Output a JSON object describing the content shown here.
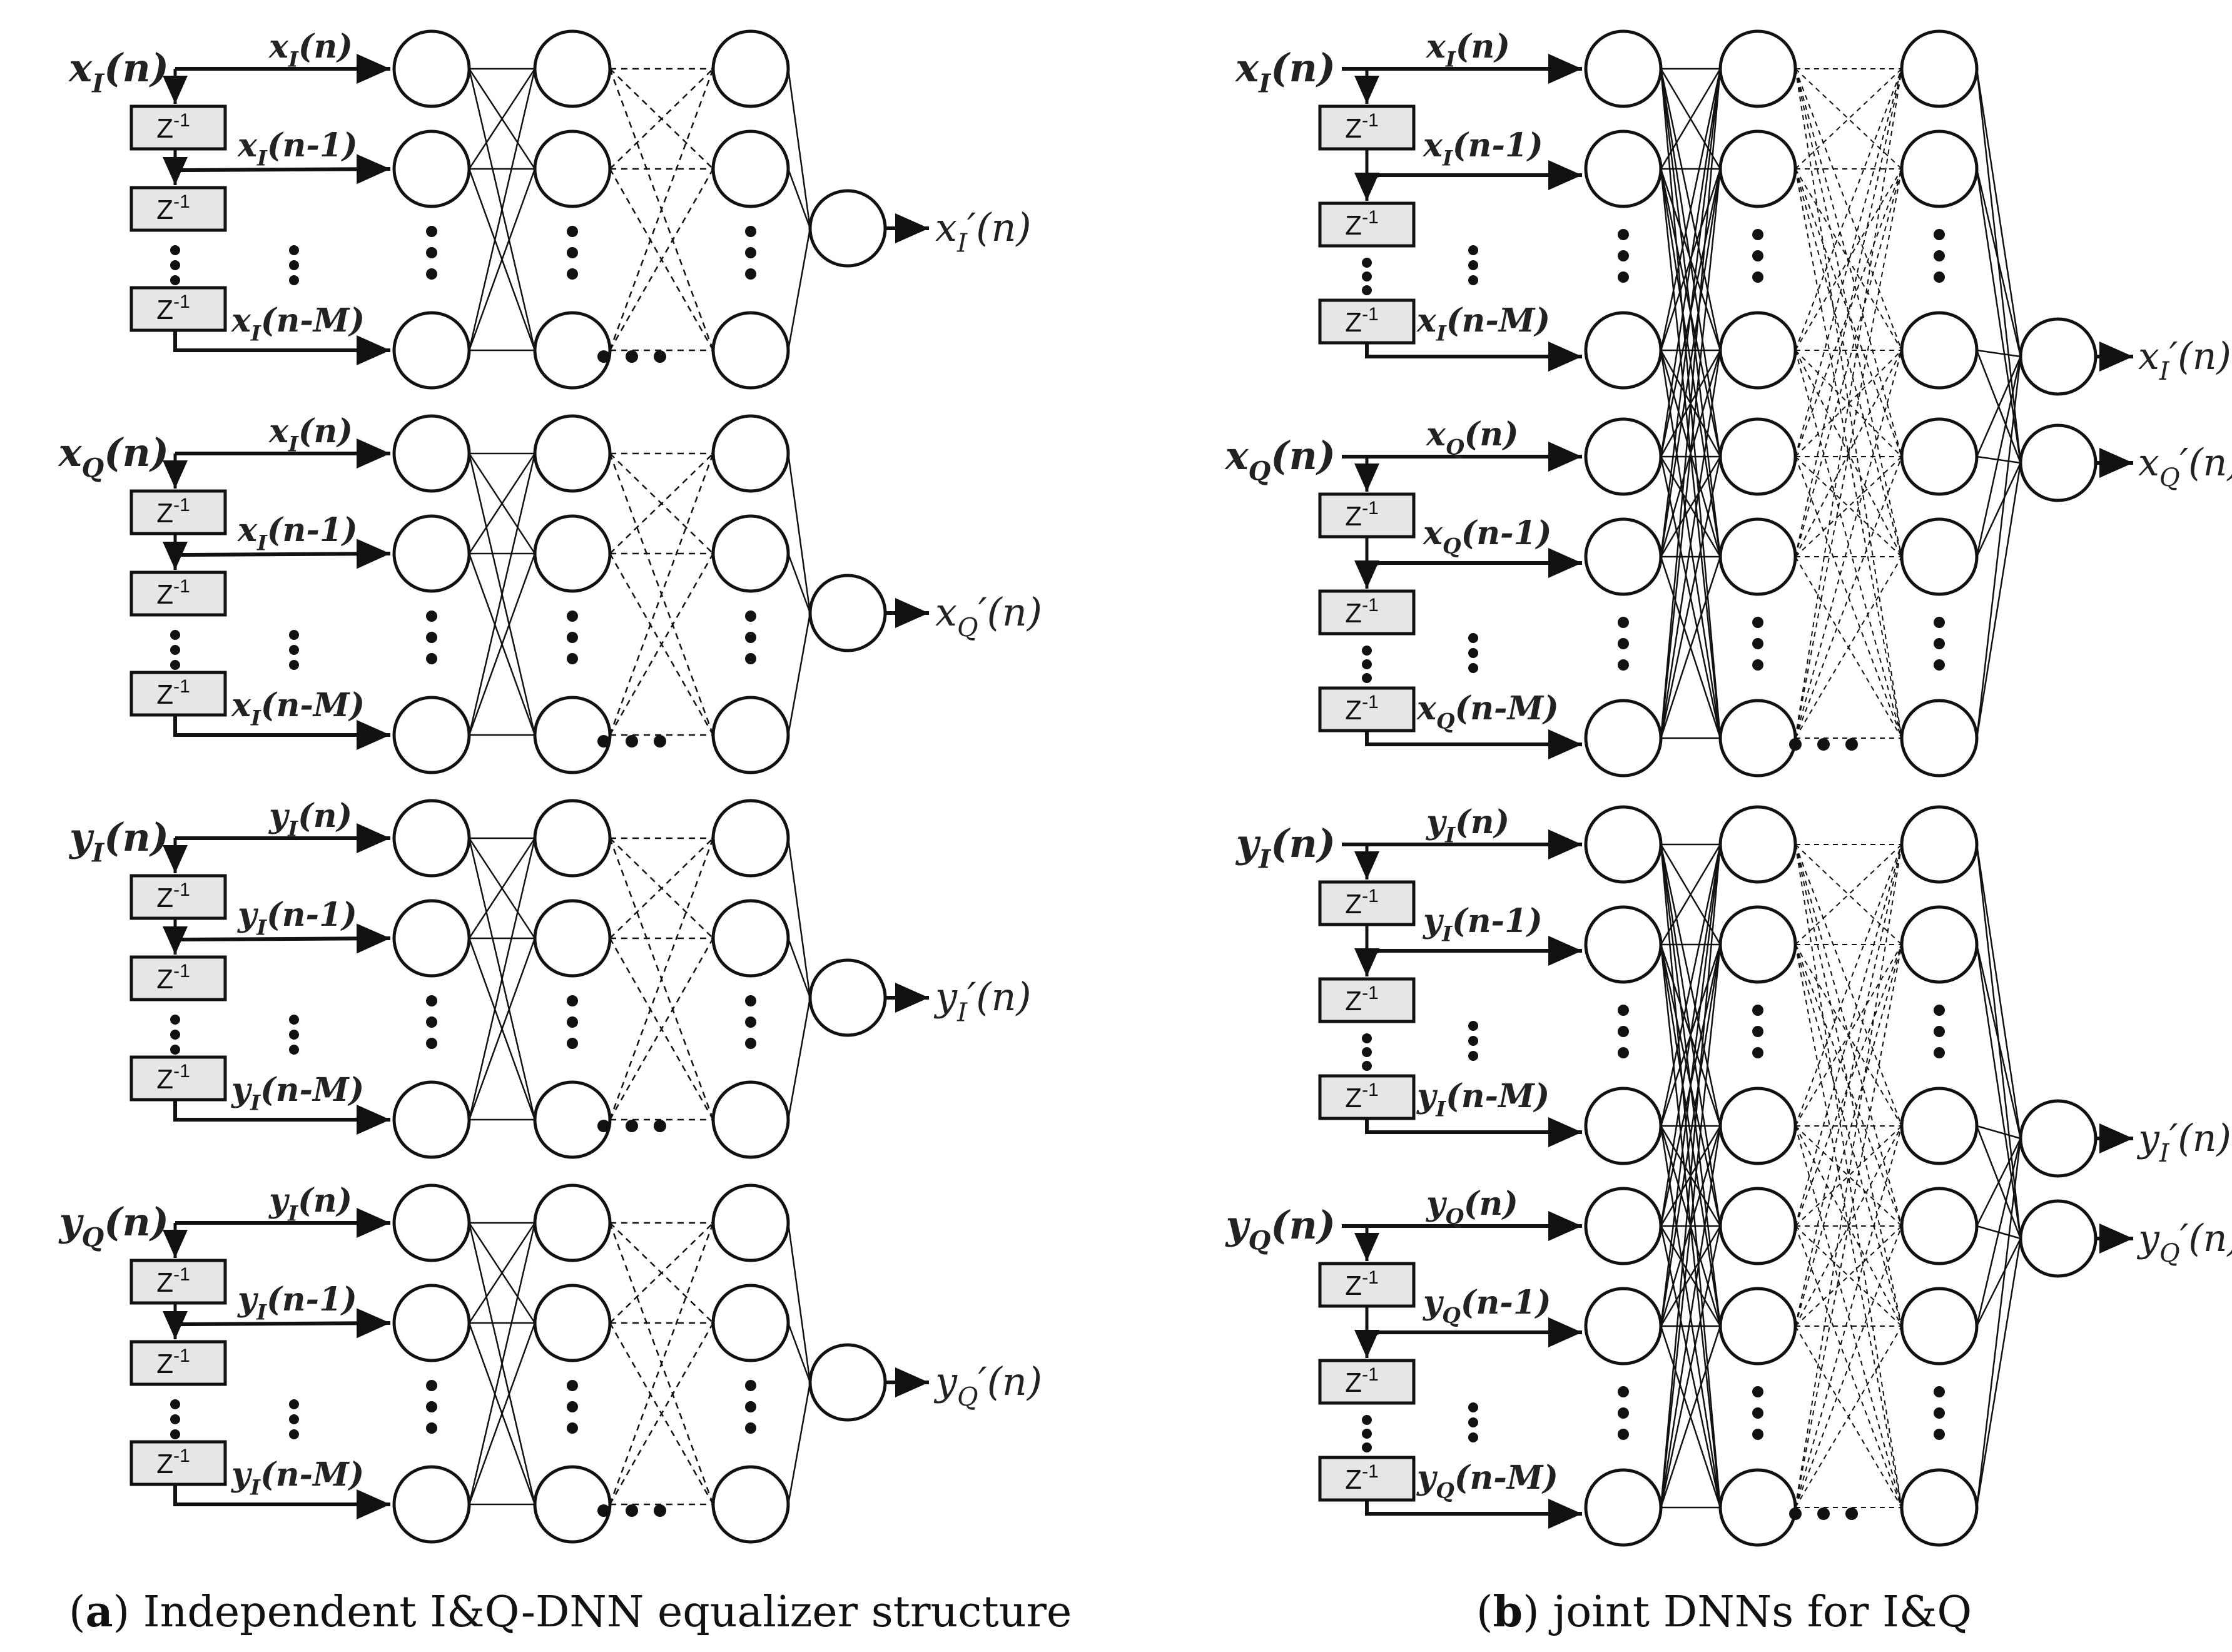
{
  "delay_label": "Z",
  "delay_exp": "-1",
  "ellipsis": "• • •",
  "panel_a": {
    "caption_letter": "a",
    "caption_text": ") Independent I&Q-DNN equalizer structure",
    "blocks": [
      {
        "src": "x",
        "src_sub": "I",
        "tap": "x",
        "tap_sub": "I",
        "out": "x",
        "out_sub": "I"
      },
      {
        "src": "x",
        "src_sub": "Q",
        "tap": "x",
        "tap_sub": "I",
        "out": "x",
        "out_sub": "Q"
      },
      {
        "src": "y",
        "src_sub": "I",
        "tap": "y",
        "tap_sub": "I",
        "out": "y",
        "out_sub": "I"
      },
      {
        "src": "y",
        "src_sub": "Q",
        "tap": "y",
        "tap_sub": "I",
        "out": "y",
        "out_sub": "Q"
      }
    ]
  },
  "panel_b": {
    "caption_letter": "b",
    "caption_text": ") joint DNNs for I&Q",
    "blocks": [
      {
        "src": "x",
        "src_sub": "I",
        "tap": "x",
        "tap_sub": "I"
      },
      {
        "src": "x",
        "src_sub": "Q",
        "tap": "x",
        "tap_sub": "Q"
      },
      {
        "src": "y",
        "src_sub": "I",
        "tap": "y",
        "tap_sub": "I"
      },
      {
        "src": "y",
        "src_sub": "Q",
        "tap": "y",
        "tap_sub": "Q"
      }
    ],
    "outputs": [
      {
        "sym": "x",
        "sub": "I"
      },
      {
        "sym": "x",
        "sub": "Q"
      },
      {
        "sym": "y",
        "sub": "I"
      },
      {
        "sym": "y",
        "sub": "Q"
      }
    ]
  },
  "tap_suffixes": [
    "(n)",
    "(n-1)",
    "(n-M)"
  ],
  "src_suffix": "(n)",
  "out_suffix": "′(n)"
}
